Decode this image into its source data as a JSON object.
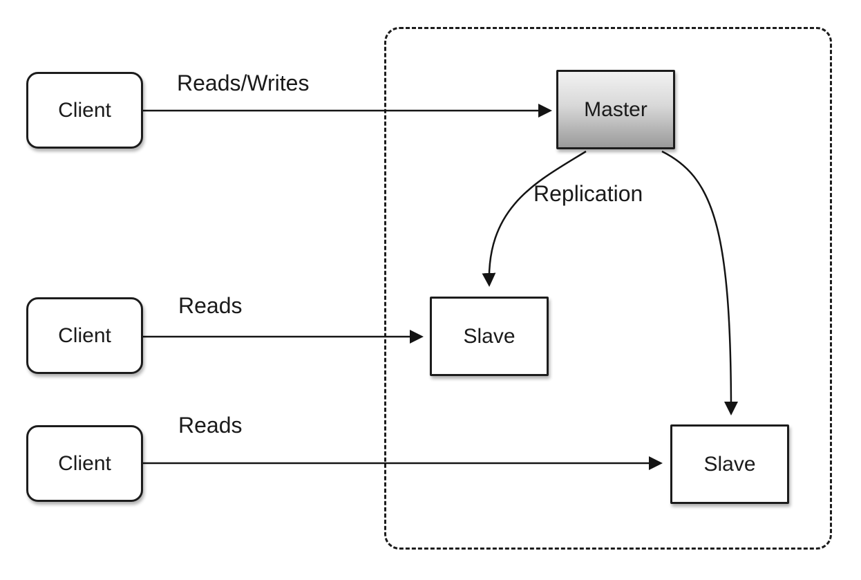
{
  "nodes": {
    "client1": {
      "label": "Client"
    },
    "client2": {
      "label": "Client"
    },
    "client3": {
      "label": "Client"
    },
    "master": {
      "label": "Master"
    },
    "slave1": {
      "label": "Slave"
    },
    "slave2": {
      "label": "Slave"
    }
  },
  "edges": {
    "client1_master": {
      "label": "Reads/Writes"
    },
    "client2_slave1": {
      "label": "Reads"
    },
    "client3_slave2": {
      "label": "Reads"
    },
    "master_slaves": {
      "label": "Replication"
    }
  },
  "colors": {
    "background": "#ffffff",
    "node_fill": "#ffffff",
    "node_border": "#1c1c1c",
    "master_gradient_top": "#f2f2f2",
    "master_gradient_bottom": "#9a9a9a",
    "arrow": "#141414",
    "text": "#1a1a1a"
  }
}
